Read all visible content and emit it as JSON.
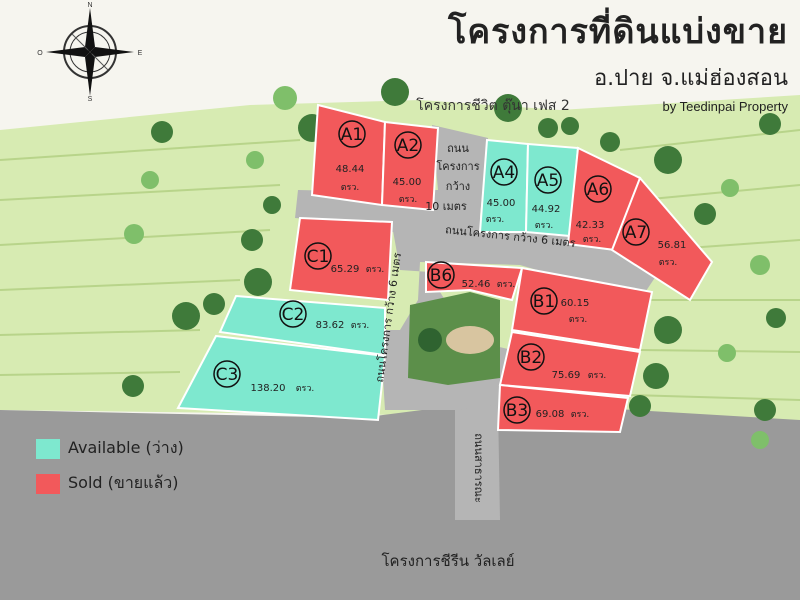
{
  "header": {
    "title": "โครงการที่ดินแบ่งขาย",
    "subtitle": "อ.ปาย จ.แม่ฮ่องสอน",
    "byline": "by Teedinpai Property"
  },
  "compass": {
    "n": "N",
    "s": "S",
    "e": "E",
    "w": "O"
  },
  "labels": {
    "top_project": "โครงการชีวิต ตุ๊นา เฟส 2",
    "road_a": [
      "ถนน",
      "โครงการ",
      "กว้าง",
      "10 เมตร"
    ],
    "road_b": "ถนนโครงการ กว้าง 6 เมตร",
    "road_c": "ถนนโครงการ กว้าง 6 เมตร",
    "public_road": "ถนนสาธารณะ",
    "bottom_project": "โครงการชีรีน วัลเลย์"
  },
  "colors": {
    "available": "#7ee8cf",
    "sold": "#f2595b",
    "road": "#b5b5b5",
    "bottom": "#9a9a9a",
    "field": "#cfe6a6"
  },
  "legend": {
    "available": "Available (ว่าง)",
    "sold": "Sold (ขายแล้ว)"
  },
  "lots": [
    {
      "id": "A1",
      "area": "48.44",
      "unit": "ตรว.",
      "status": "sold"
    },
    {
      "id": "A2",
      "area": "45.00",
      "unit": "ตรว.",
      "status": "sold"
    },
    {
      "id": "A4",
      "area": "45.00",
      "unit": "ตรว.",
      "status": "available"
    },
    {
      "id": "A5",
      "area": "44.92",
      "unit": "ตรว.",
      "status": "available"
    },
    {
      "id": "A6",
      "area": "42.33",
      "unit": "ตรว.",
      "status": "sold"
    },
    {
      "id": "A7",
      "area": "56.81",
      "unit": "ตรว.",
      "status": "sold"
    },
    {
      "id": "C1",
      "area": "65.29",
      "unit": "ตรว.",
      "status": "sold"
    },
    {
      "id": "C2",
      "area": "83.62",
      "unit": "ตรว.",
      "status": "available"
    },
    {
      "id": "C3",
      "area": "138.20",
      "unit": "ตรว.",
      "status": "available"
    },
    {
      "id": "B6",
      "area": "52.46",
      "unit": "ตรว.",
      "status": "sold"
    },
    {
      "id": "B1",
      "area": "60.15",
      "unit": "ตรว.",
      "status": "sold"
    },
    {
      "id": "B2",
      "area": "75.69",
      "unit": "ตรว.",
      "status": "sold"
    },
    {
      "id": "B3",
      "area": "69.08",
      "unit": "ตรว.",
      "status": "sold"
    }
  ]
}
